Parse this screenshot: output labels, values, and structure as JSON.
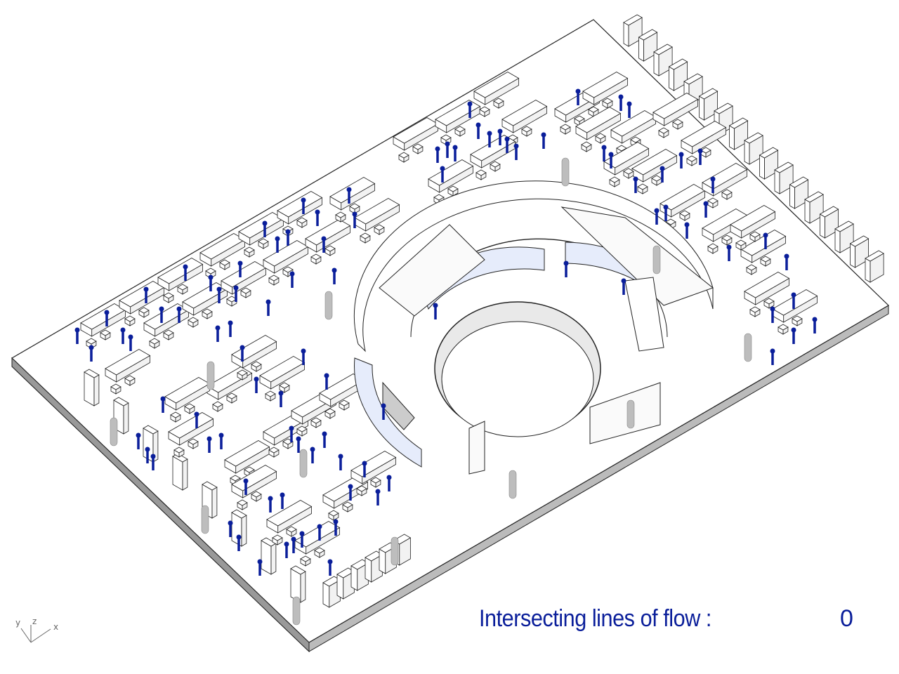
{
  "metric": {
    "label": "Intersecting lines of flow :",
    "value": "0"
  },
  "axis_gizmo": {
    "x": "x",
    "y": "y",
    "z": "z"
  },
  "colors": {
    "person": "#0a1e9a",
    "wall_glass": "#e6ecfb",
    "outline": "#111111",
    "column": "#bdbdbd"
  }
}
